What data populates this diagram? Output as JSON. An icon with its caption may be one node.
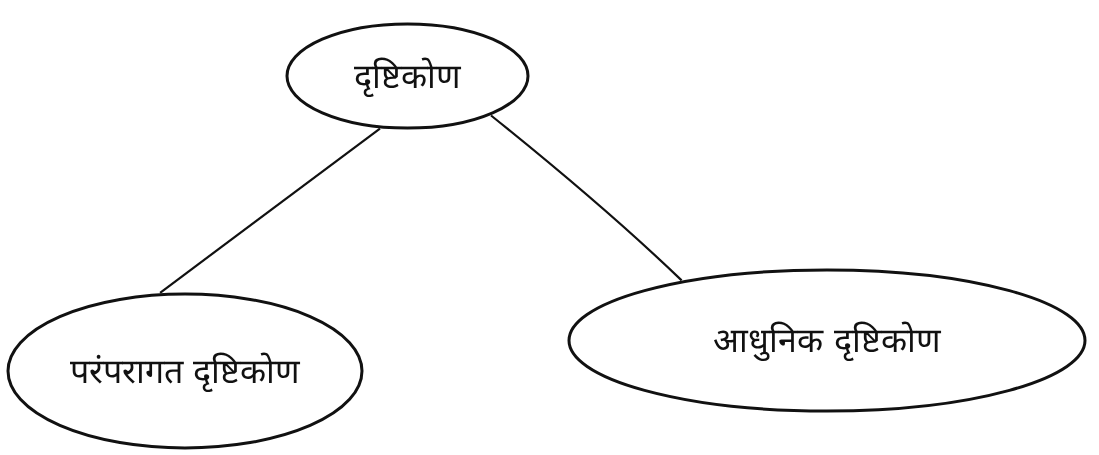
{
  "diagram": {
    "nodes": [
      {
        "text": [
          "दृष्टिकोण"
        ]
      },
      {
        "text": [
          "परंपरागत दृष्टिकोण"
        ]
      },
      {
        "text": [
          "आधुनिक दृष्टिकोण"
        ]
      }
    ],
    "edges": [
      {
        "from": 0,
        "to": 1,
        "arrow": "none"
      },
      {
        "from": 0,
        "to": 2,
        "arrow": "none"
      }
    ]
  }
}
